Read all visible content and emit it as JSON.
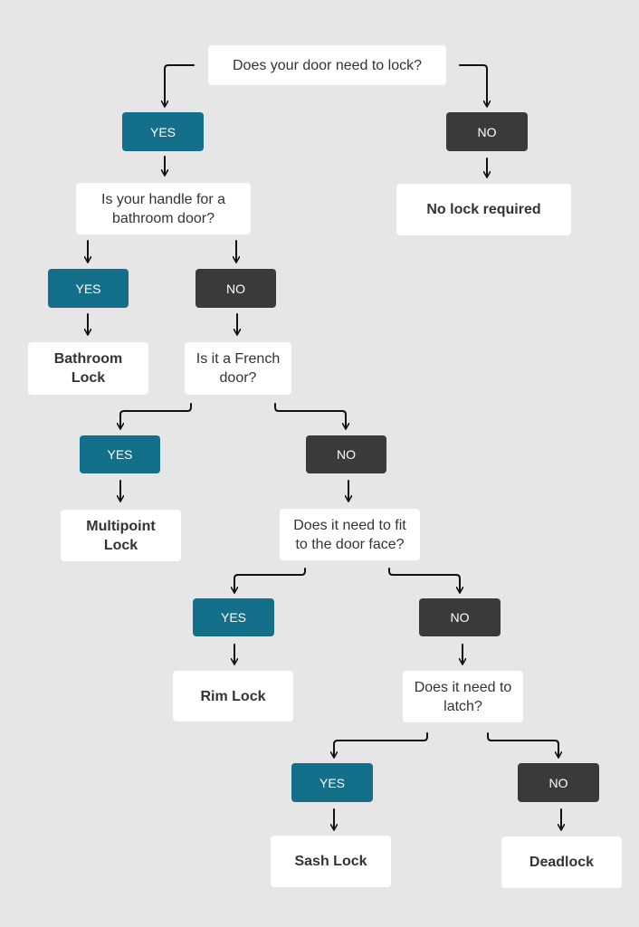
{
  "diagram": {
    "questions": {
      "q1": "Does your door need to lock?",
      "q2": "Is your handle for a\nbathroom door?",
      "q3": "Is it a French\ndoor?",
      "q4": "Does it need to fit\nto the door face?",
      "q5": "Does it need to\nlatch?"
    },
    "results": {
      "none": "No lock required",
      "bathroom": "Bathroom\nLock",
      "multipoint": "Multipoint\nLock",
      "rim": "Rim Lock",
      "sash": "Sash Lock",
      "deadlock": "Deadlock"
    },
    "labels": {
      "yes": "YES",
      "no": "NO"
    },
    "colors": {
      "background": "#e6e6e6",
      "yes": "#136f8a",
      "no": "#3a3a3a",
      "box": "#ffffff",
      "text": "#333333"
    }
  }
}
